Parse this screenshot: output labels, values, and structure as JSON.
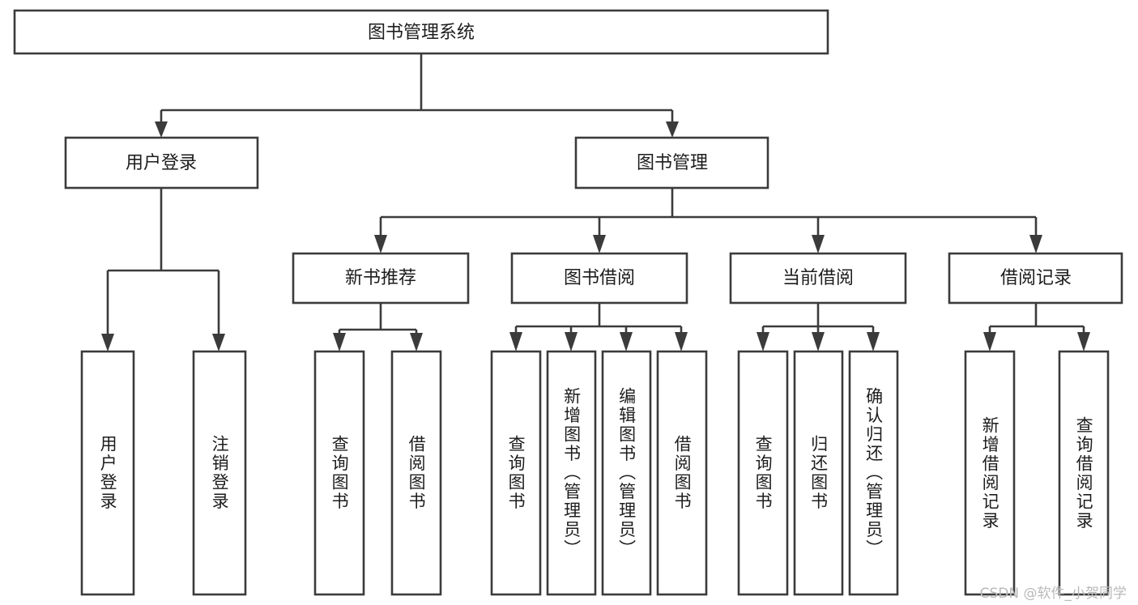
{
  "diagram": {
    "type": "hierarchy-tree",
    "title": "图书管理系统",
    "watermark": "CSDN @软件_小贺同学",
    "colors": {
      "box_stroke": "#3b3b3b",
      "box_fill": "#ffffff",
      "text": "#1d1d1d",
      "background": "#ffffff",
      "watermark": "#b9b9b9"
    },
    "levels": {
      "level1": [
        {
          "id": "root",
          "label": "图书管理系统",
          "orientation": "horizontal"
        }
      ],
      "level2": [
        {
          "id": "n-user-login",
          "label": "用户登录",
          "orientation": "horizontal",
          "parent": "root"
        },
        {
          "id": "n-book-manage",
          "label": "图书管理",
          "orientation": "horizontal",
          "parent": "root"
        }
      ],
      "level3": [
        {
          "id": "n-new-book-rec",
          "label": "新书推荐",
          "orientation": "horizontal",
          "parent": "n-book-manage"
        },
        {
          "id": "n-book-borrow",
          "label": "图书借阅",
          "orientation": "horizontal",
          "parent": "n-book-manage"
        },
        {
          "id": "n-current-borrow",
          "label": "当前借阅",
          "orientation": "horizontal",
          "parent": "n-book-manage"
        },
        {
          "id": "n-borrow-record",
          "label": "借阅记录",
          "orientation": "horizontal",
          "parent": "n-book-manage"
        }
      ],
      "level4": [
        {
          "id": "l-user-login",
          "label": "用户登录",
          "orientation": "vertical",
          "parent": "n-user-login"
        },
        {
          "id": "l-logout-login",
          "label": "注销登录",
          "orientation": "vertical",
          "parent": "n-user-login"
        },
        {
          "id": "l-query-book-1",
          "label": "查询图书",
          "orientation": "vertical",
          "parent": "n-new-book-rec"
        },
        {
          "id": "l-borrow-book-1",
          "label": "借阅图书",
          "orientation": "vertical",
          "parent": "n-new-book-rec"
        },
        {
          "id": "l-query-book-2",
          "label": "查询图书",
          "orientation": "vertical",
          "parent": "n-book-borrow"
        },
        {
          "id": "l-add-book-admin",
          "label": "新增图书（管理员）",
          "orientation": "vertical",
          "parent": "n-book-borrow"
        },
        {
          "id": "l-edit-book-admin",
          "label": "编辑图书（管理员）",
          "orientation": "vertical",
          "parent": "n-book-borrow"
        },
        {
          "id": "l-borrow-book-2",
          "label": "借阅图书",
          "orientation": "vertical",
          "parent": "n-book-borrow"
        },
        {
          "id": "l-query-book-3",
          "label": "查询图书",
          "orientation": "vertical",
          "parent": "n-current-borrow"
        },
        {
          "id": "l-return-book",
          "label": "归还图书",
          "orientation": "vertical",
          "parent": "n-current-borrow"
        },
        {
          "id": "l-confirm-return-admin",
          "label": "确认归还（管理员）",
          "orientation": "vertical",
          "parent": "n-current-borrow"
        },
        {
          "id": "l-add-borrow-record",
          "label": "新增借阅记录",
          "orientation": "vertical",
          "parent": "n-borrow-record"
        },
        {
          "id": "l-query-borrow-record",
          "label": "查询借阅记录",
          "orientation": "vertical",
          "parent": "n-borrow-record"
        }
      ]
    }
  }
}
